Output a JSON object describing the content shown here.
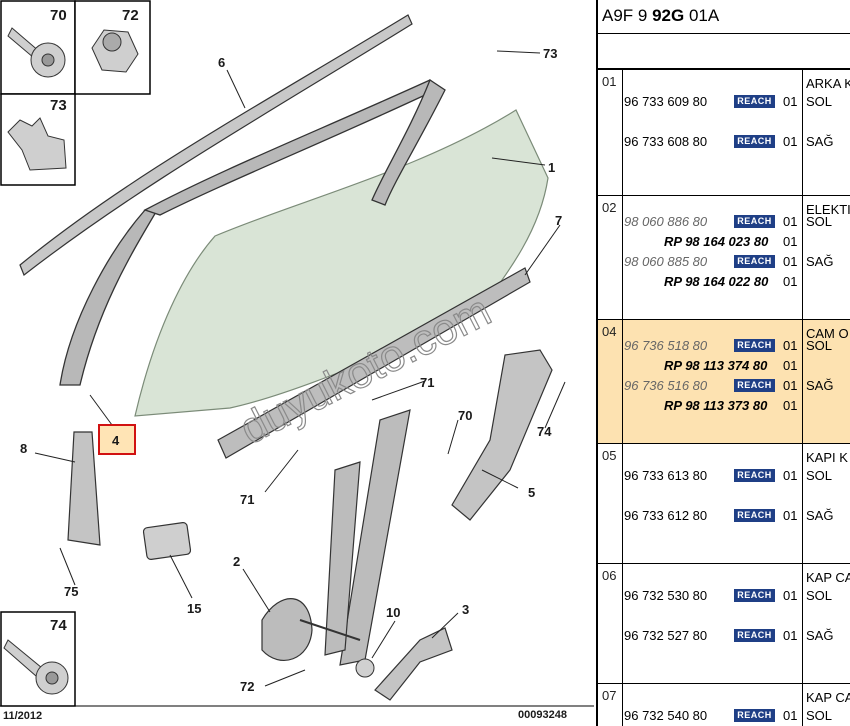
{
  "diagram": {
    "callouts": [
      "70",
      "72",
      "73",
      "6",
      "73",
      "1",
      "7",
      "8",
      "4",
      "71",
      "70",
      "74",
      "71",
      "5",
      "75",
      "15",
      "2",
      "10",
      "3",
      "72",
      "74"
    ],
    "highlighted_callout": "4",
    "footer_date": "11/2012",
    "footer_code": "00093248",
    "watermark": "duyukoto.com"
  },
  "table": {
    "reference": {
      "prefix": "A9F 9 ",
      "bold": "92G",
      "suffix": " 01A"
    },
    "groups": [
      {
        "num": "01",
        "desc": "ARKA K",
        "rows": [
          {
            "pn": "96 733 609 80",
            "style": "normal",
            "reach": "REACH",
            "qty": "01",
            "side": "SOL"
          },
          {
            "pn": "96 733 608 80",
            "style": "normal",
            "reach": "REACH",
            "qty": "01",
            "side": "SAĞ"
          }
        ]
      },
      {
        "num": "02",
        "desc": "ELEKTI",
        "rows": [
          {
            "pn": "98 060 886 80",
            "style": "italic",
            "reach": "REACH",
            "qty": "01",
            "side": "SOL"
          },
          {
            "pn": "RP 98 164 023 80",
            "style": "rp",
            "reach": "",
            "qty": "01",
            "side": ""
          },
          {
            "pn": "98 060 885 80",
            "style": "italic",
            "reach": "REACH",
            "qty": "01",
            "side": "SAĞ"
          },
          {
            "pn": "RP 98 164 022 80",
            "style": "rp",
            "reach": "",
            "qty": "01",
            "side": ""
          }
        ]
      },
      {
        "num": "04",
        "desc": "CAM O",
        "highlight": true,
        "rows": [
          {
            "pn": "96 736 518 80",
            "style": "italic",
            "reach": "REACH",
            "qty": "01",
            "side": "SOL"
          },
          {
            "pn": "RP 98 113 374 80",
            "style": "rp",
            "reach": "",
            "qty": "01",
            "side": ""
          },
          {
            "pn": "96 736 516 80",
            "style": "italic",
            "reach": "REACH",
            "qty": "01",
            "side": "SAĞ"
          },
          {
            "pn": "RP 98 113 373 80",
            "style": "rp",
            "reach": "",
            "qty": "01",
            "side": ""
          }
        ]
      },
      {
        "num": "05",
        "desc": "KAPI K",
        "rows": [
          {
            "pn": "96 733 613 80",
            "style": "normal",
            "reach": "REACH",
            "qty": "01",
            "side": "SOL"
          },
          {
            "pn": "96 733 612 80",
            "style": "normal",
            "reach": "REACH",
            "qty": "01",
            "side": "SAĞ"
          }
        ]
      },
      {
        "num": "06",
        "desc": "KAP CA",
        "rows": [
          {
            "pn": "96 732 530 80",
            "style": "normal",
            "reach": "REACH",
            "qty": "01",
            "side": "SOL"
          },
          {
            "pn": "96 732 527 80",
            "style": "normal",
            "reach": "REACH",
            "qty": "01",
            "side": "SAĞ"
          }
        ]
      },
      {
        "num": "07",
        "desc": "KAP CA",
        "rows": [
          {
            "pn": "96 732 540 80",
            "style": "normal",
            "reach": "REACH",
            "qty": "01",
            "side": "SOL"
          }
        ]
      }
    ]
  },
  "colors": {
    "reach_bg": "#1f3f86",
    "highlight_row": "#fde2b1",
    "callout_highlight": "#ffe4b5",
    "callout_border": "#d11111"
  }
}
